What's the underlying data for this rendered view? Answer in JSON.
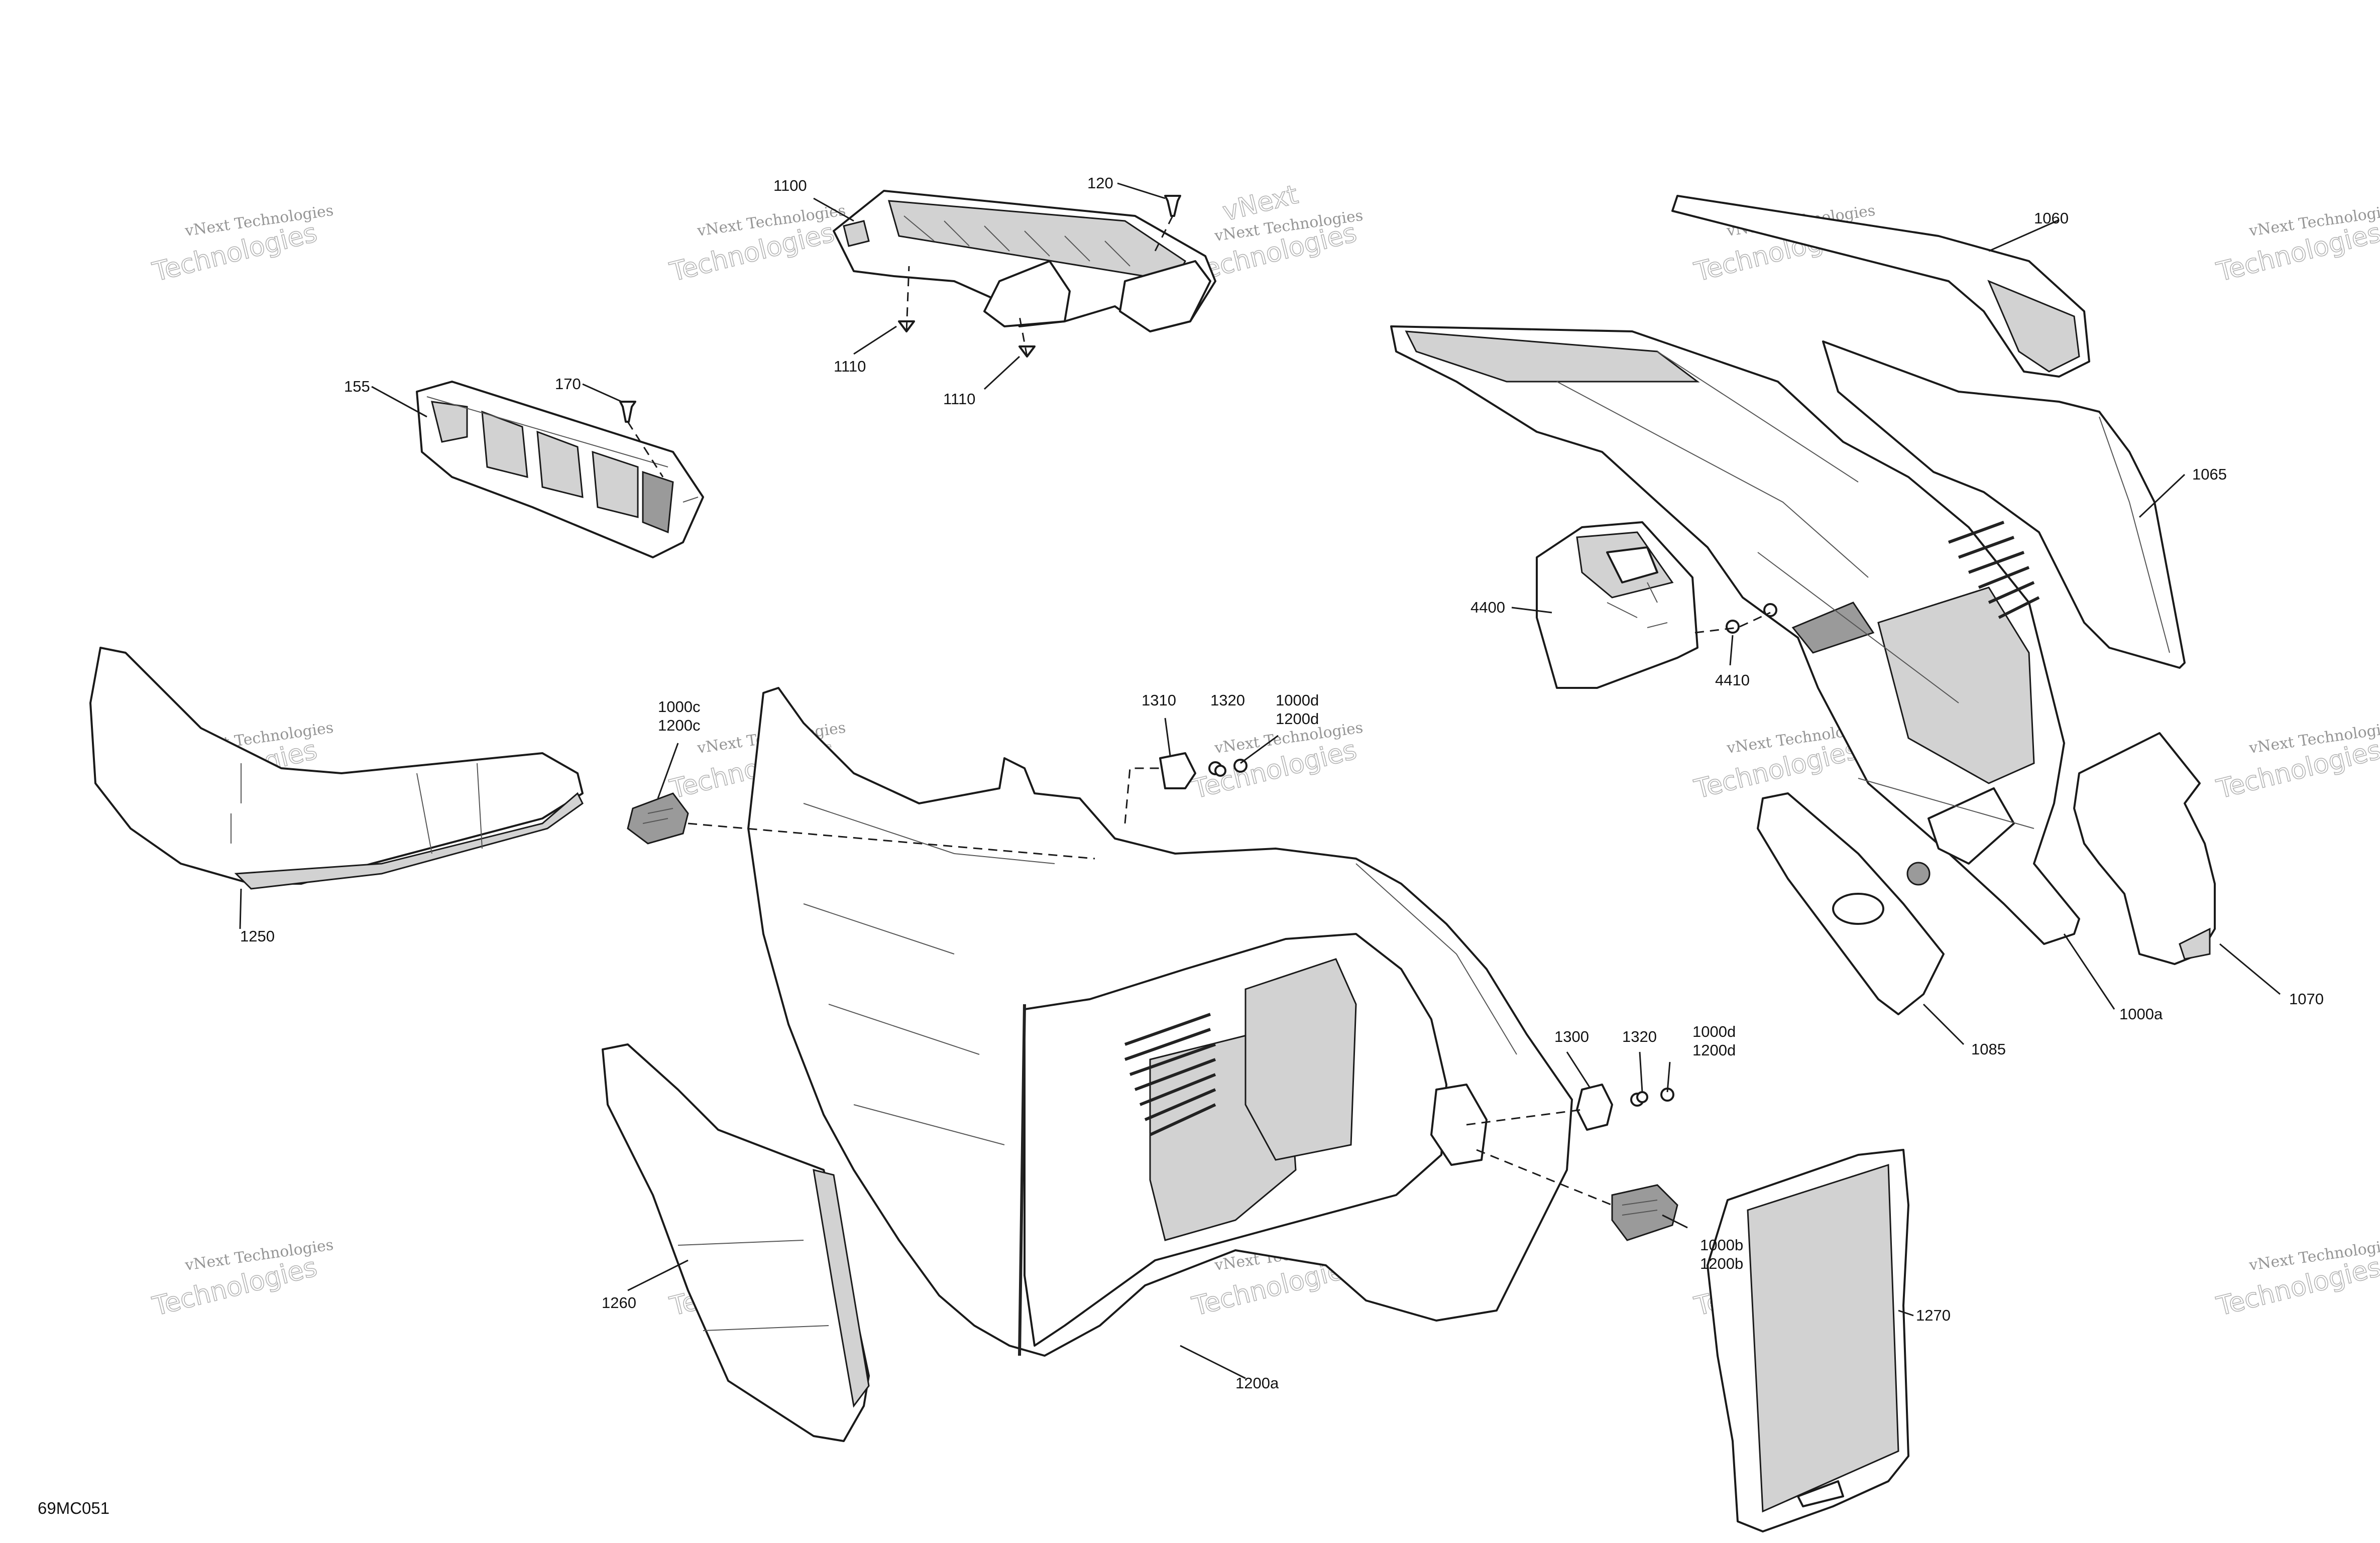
{
  "diagram_code": "69MC051",
  "watermark": {
    "small": "vNext Technologies",
    "big": "Technologies",
    "big_top": "vNext"
  },
  "callouts": [
    {
      "id": "1100",
      "label": "1100"
    },
    {
      "id": "120",
      "label": "120"
    },
    {
      "id": "1110a",
      "label": "1110"
    },
    {
      "id": "1110b",
      "label": "1110"
    },
    {
      "id": "155",
      "label": "155"
    },
    {
      "id": "170",
      "label": "170"
    },
    {
      "id": "1060",
      "label": "1060"
    },
    {
      "id": "1065",
      "label": "1065"
    },
    {
      "id": "4400",
      "label": "4400"
    },
    {
      "id": "4410",
      "label": "4410"
    },
    {
      "id": "1250",
      "label": "1250"
    },
    {
      "id": "1000c",
      "label": "1000c"
    },
    {
      "id": "1200c",
      "label": "1200c"
    },
    {
      "id": "1310",
      "label": "1310"
    },
    {
      "id": "1320a",
      "label": "1320"
    },
    {
      "id": "1000d_a",
      "label": "1000d"
    },
    {
      "id": "1200d_a",
      "label": "1200d"
    },
    {
      "id": "1070",
      "label": "1070"
    },
    {
      "id": "1000a",
      "label": "1000a"
    },
    {
      "id": "1085",
      "label": "1085"
    },
    {
      "id": "1300",
      "label": "1300"
    },
    {
      "id": "1320b",
      "label": "1320"
    },
    {
      "id": "1000d_b",
      "label": "1000d"
    },
    {
      "id": "1200d_b",
      "label": "1200d"
    },
    {
      "id": "1000b",
      "label": "1000b"
    },
    {
      "id": "1200b",
      "label": "1200b"
    },
    {
      "id": "1260",
      "label": "1260"
    },
    {
      "id": "1200a",
      "label": "1200a"
    },
    {
      "id": "1270",
      "label": "1270"
    }
  ]
}
